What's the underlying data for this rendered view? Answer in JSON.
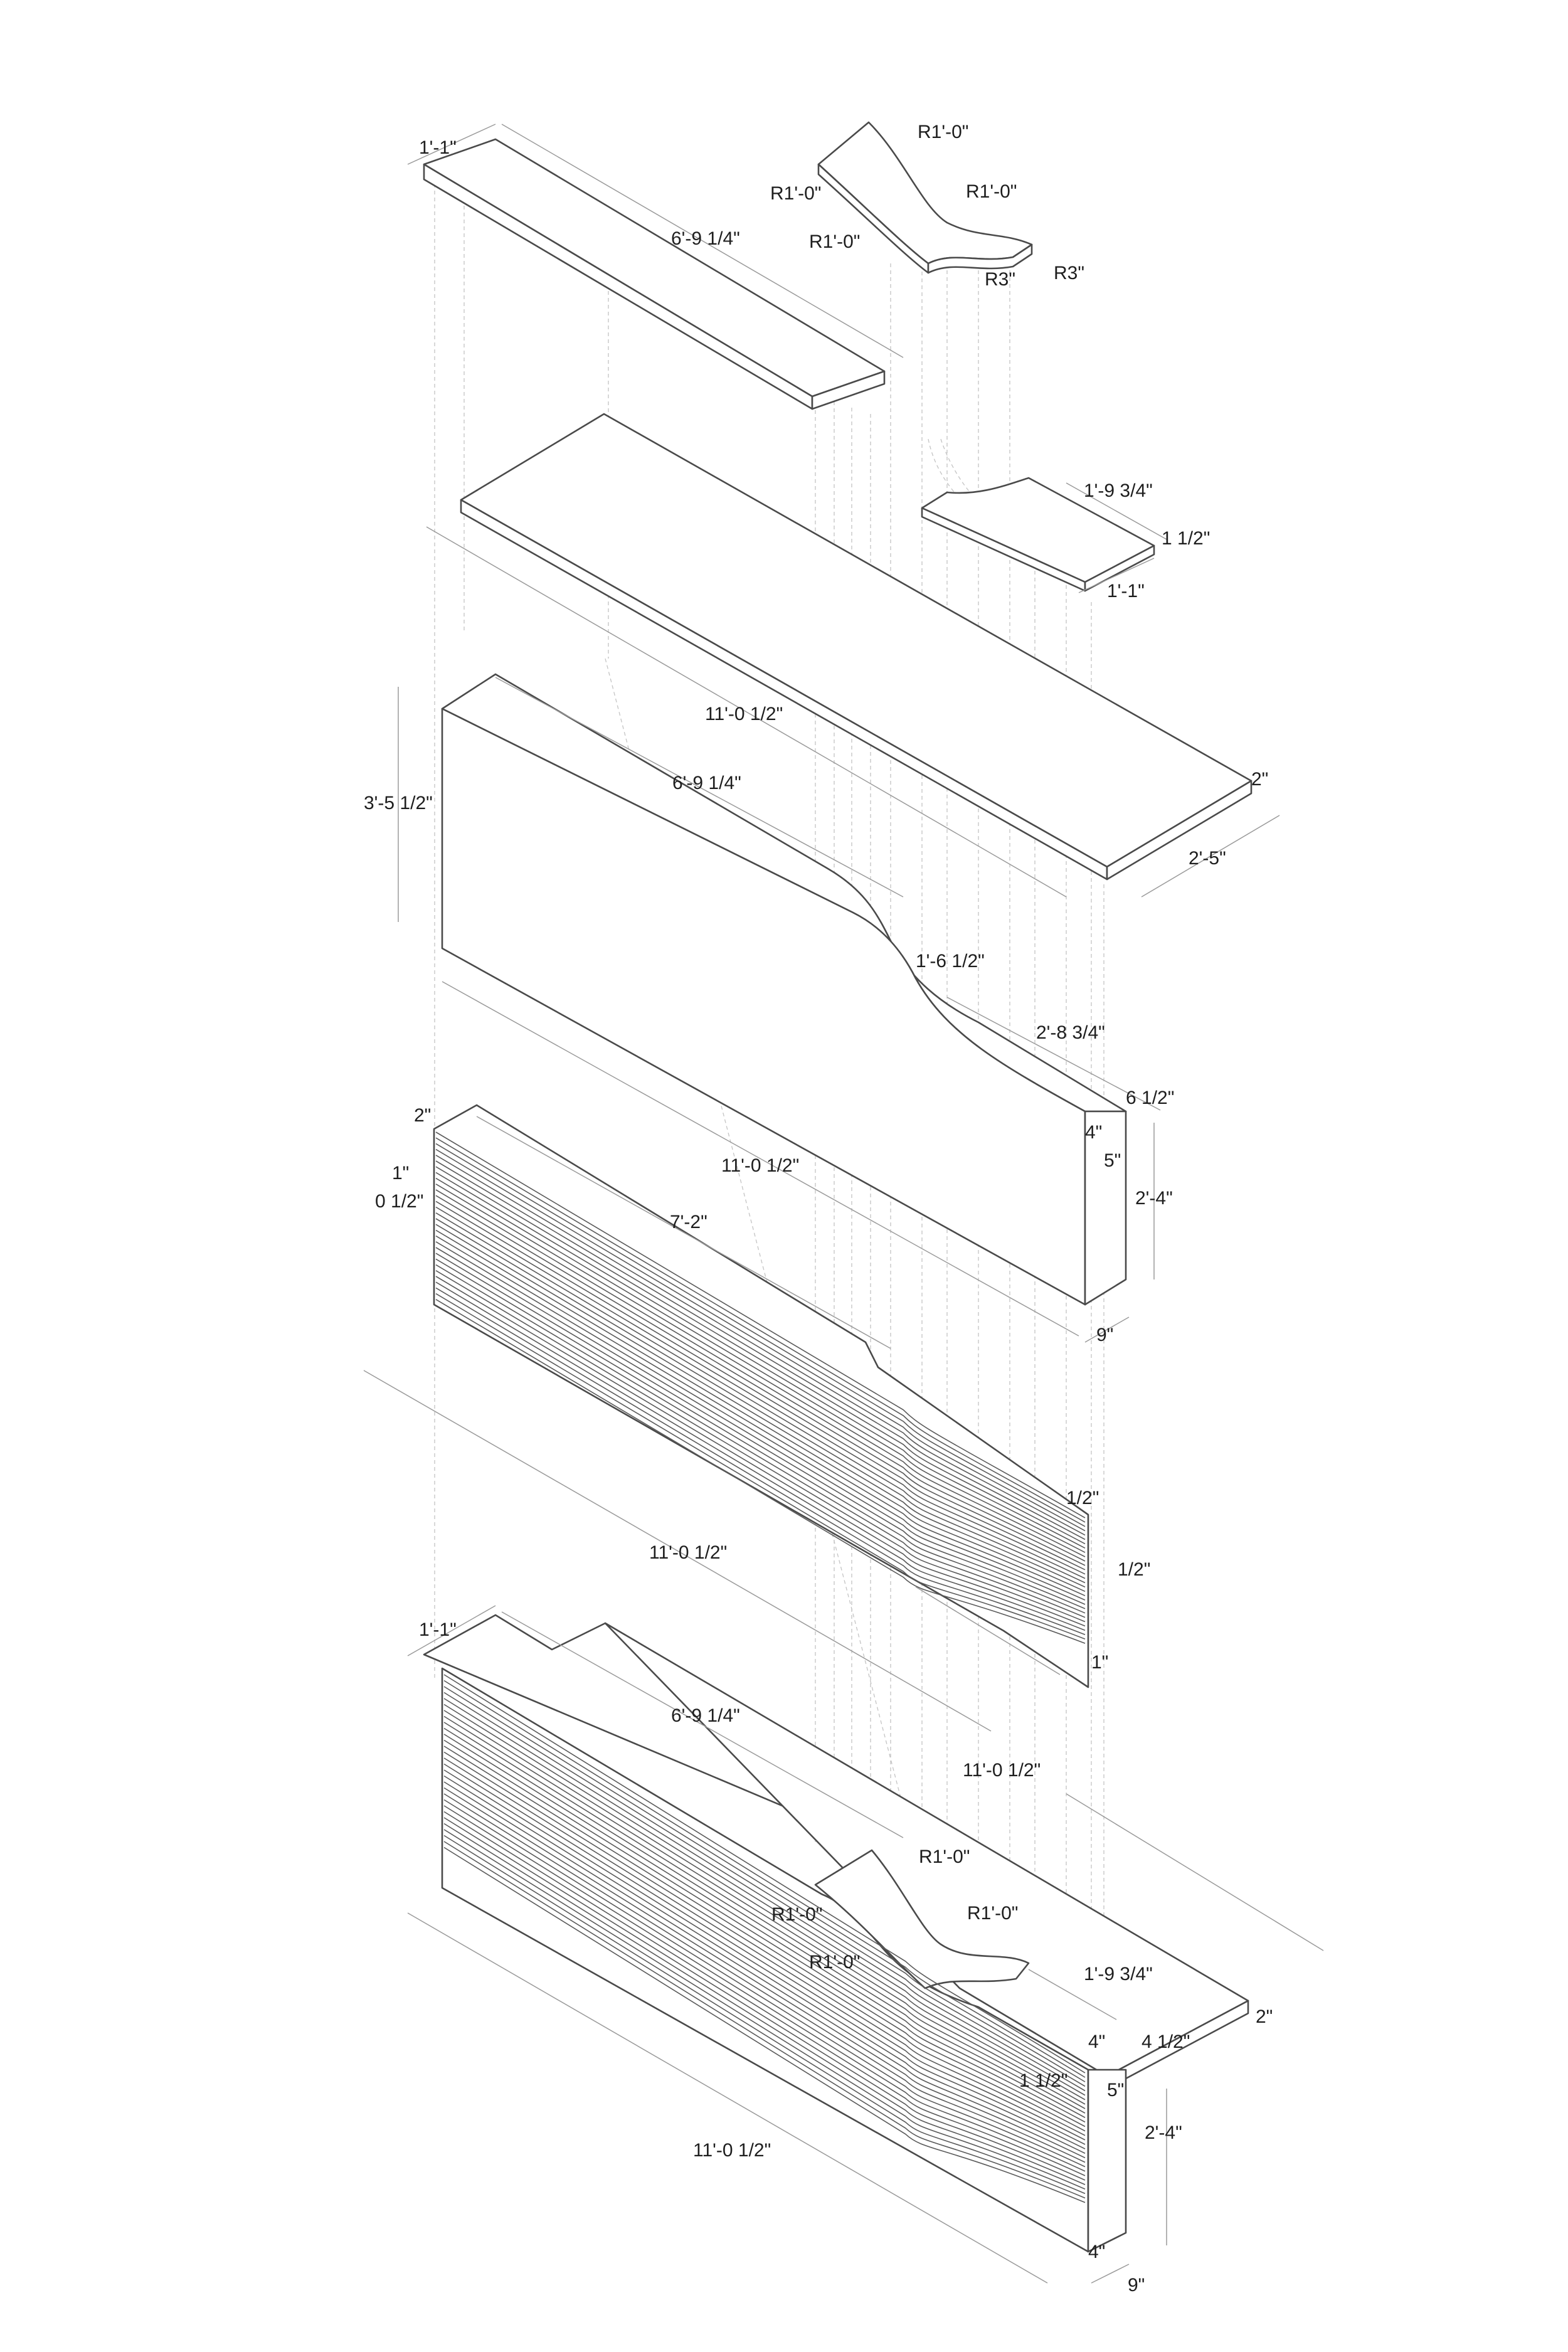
{
  "diagram": {
    "top_board": {
      "dims": [
        "1'-1\"",
        "6'-9 1/4\""
      ]
    },
    "curved_piece": {
      "dims": [
        "R1'-0\"",
        "R1'-0\"",
        "R1'-0\"",
        "R1'-0\"",
        "R3\"",
        "R3\""
      ]
    },
    "long_board": {
      "dims": [
        "1'-9 3/4\"",
        "1 1/2\"",
        "1'-1\"",
        "11'-0 1/2\"",
        "2\"",
        "2'-5\""
      ]
    },
    "panel": {
      "dims": [
        "3'-5 1/2\"",
        "6'-9 1/4\"",
        "1'-6 1/2\"",
        "2'-8 3/4\"",
        "6 1/2\"",
        "4\"",
        "5\"",
        "2'-4\"",
        "9\"",
        "11'-0 1/2\""
      ]
    },
    "slat_stack": {
      "dims": [
        "2\"",
        "1\"",
        "0 1/2\"",
        "7'-2\"",
        "1/2\"",
        "1/2\"",
        "1\"",
        "11'-0 1/2\""
      ]
    },
    "assembly": {
      "dims": [
        "1'-1\"",
        "6'-9 1/4\"",
        "11'-0 1/2\"",
        "R1'-0\"",
        "R1'-0\"",
        "R1'-0\"",
        "R1'-0\"",
        "1'-9 3/4\"",
        "2\"",
        "4\"",
        "4 1/2\"",
        "1 1/2\"",
        "5\"",
        "2'-4\"",
        "4\"",
        "9\"",
        "11'-0 1/2\""
      ]
    }
  }
}
